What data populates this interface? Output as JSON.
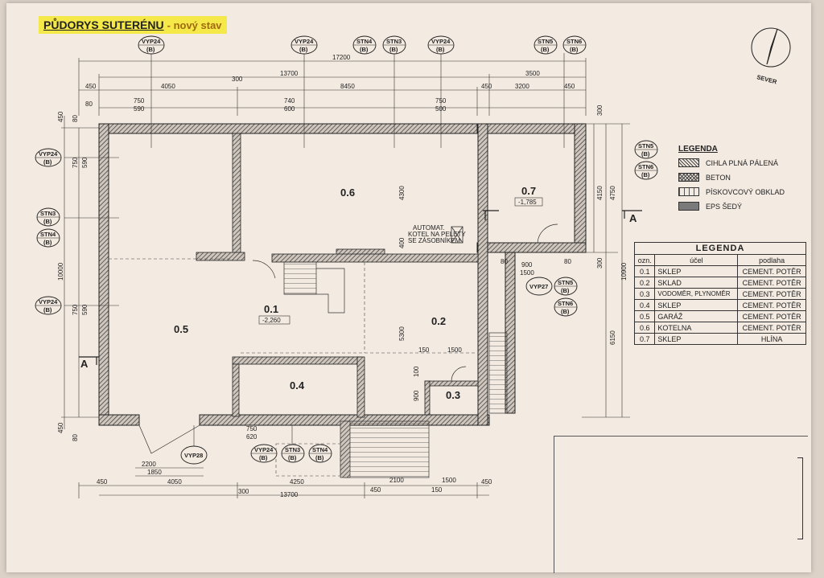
{
  "title": "PŮDORYS SUTERÉNU",
  "subtitle": "- nový stav",
  "north_label": "SEVER",
  "section_mark": "A",
  "dims": {
    "total_width": "17200",
    "width_13700": "13700",
    "d_3500": "3500",
    "d_450": "450",
    "d_4050": "4050",
    "d_300": "300",
    "d_8450": "8450",
    "d_3200": "3200",
    "d_750": "750",
    "d_590": "590",
    "d_740": "740",
    "d_600": "600",
    "d_80": "80",
    "d_500": "500",
    "d_10000": "10000",
    "d_10900": "10900",
    "d_4150": "4150",
    "d_4750": "4750",
    "d_6150": "6150",
    "d_4300": "4300",
    "d_400": "400",
    "d_5300": "5300",
    "d_900": "900",
    "d_1500": "1500",
    "d_150": "150",
    "d_100": "100",
    "d_2200": "2200",
    "d_1850": "1850",
    "d_620": "620",
    "d_4250": "4250",
    "d_2100": "2100"
  },
  "tags": {
    "vyp24": "VYP24",
    "vyp27": "VYP27",
    "vyp28": "VYP28",
    "stn3": "STN3",
    "stn4": "STN4",
    "stn5": "STN5",
    "stn6": "STN6",
    "b": "(B)"
  },
  "rooms": {
    "r01": "0.1",
    "r01_level": "-2,260",
    "r02": "0.2",
    "r03": "0.3",
    "r04": "0.4",
    "r05": "0.5",
    "r06": "0.6",
    "r07": "0.7",
    "r07_level": "-1,785"
  },
  "boiler_note": [
    "AUTOMAT.",
    "KOTEL NA PELETY",
    "SE ZÁSOBNÍKEM"
  ],
  "legend": {
    "title": "LEGENDA",
    "items": [
      "CIHLA PLNÁ PÁLENÁ",
      "BETON",
      "PÍSKOVCOVÝ OBKLAD",
      "EPS ŠEDÝ"
    ]
  },
  "room_table": {
    "title": "LEGENDA",
    "headers": [
      "ozn.",
      "účel",
      "podlaha"
    ],
    "rows": [
      [
        "0.1",
        "SKLEP",
        "CEMENT. POTĚR"
      ],
      [
        "0.2",
        "SKLAD",
        "CEMENT. POTĚR"
      ],
      [
        "0.3",
        "VODOMĚR, PLYNOMĚR",
        "CEMENT. POTĚR"
      ],
      [
        "0.4",
        "SKLEP",
        "CEMENT. POTĚR"
      ],
      [
        "0.5",
        "GARÁŽ",
        "CEMENT. POTĚR"
      ],
      [
        "0.6",
        "KOTELNA",
        "CEMENT. POTĚR"
      ],
      [
        "0.7",
        "SKLEP",
        "HLÍNA"
      ]
    ]
  }
}
